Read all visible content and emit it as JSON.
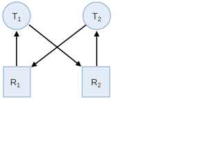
{
  "nodes": {
    "t1": {
      "base": "T",
      "sub": "1",
      "shape": "circle"
    },
    "t2": {
      "base": "T",
      "sub": "2",
      "shape": "circle"
    },
    "r1": {
      "base": "R",
      "sub": "1",
      "shape": "rectangle"
    },
    "r2": {
      "base": "R",
      "sub": "2",
      "shape": "rectangle"
    }
  },
  "edges": [
    {
      "from": "r1",
      "to": "t1"
    },
    {
      "from": "t1",
      "to": "r2"
    },
    {
      "from": "t2",
      "to": "r1"
    },
    {
      "from": "r2",
      "to": "t2"
    }
  ],
  "colors": {
    "node_fill": "#e4ecf7",
    "node_stroke": "#7da0c8",
    "edge": "#000000",
    "label": "#333333"
  }
}
